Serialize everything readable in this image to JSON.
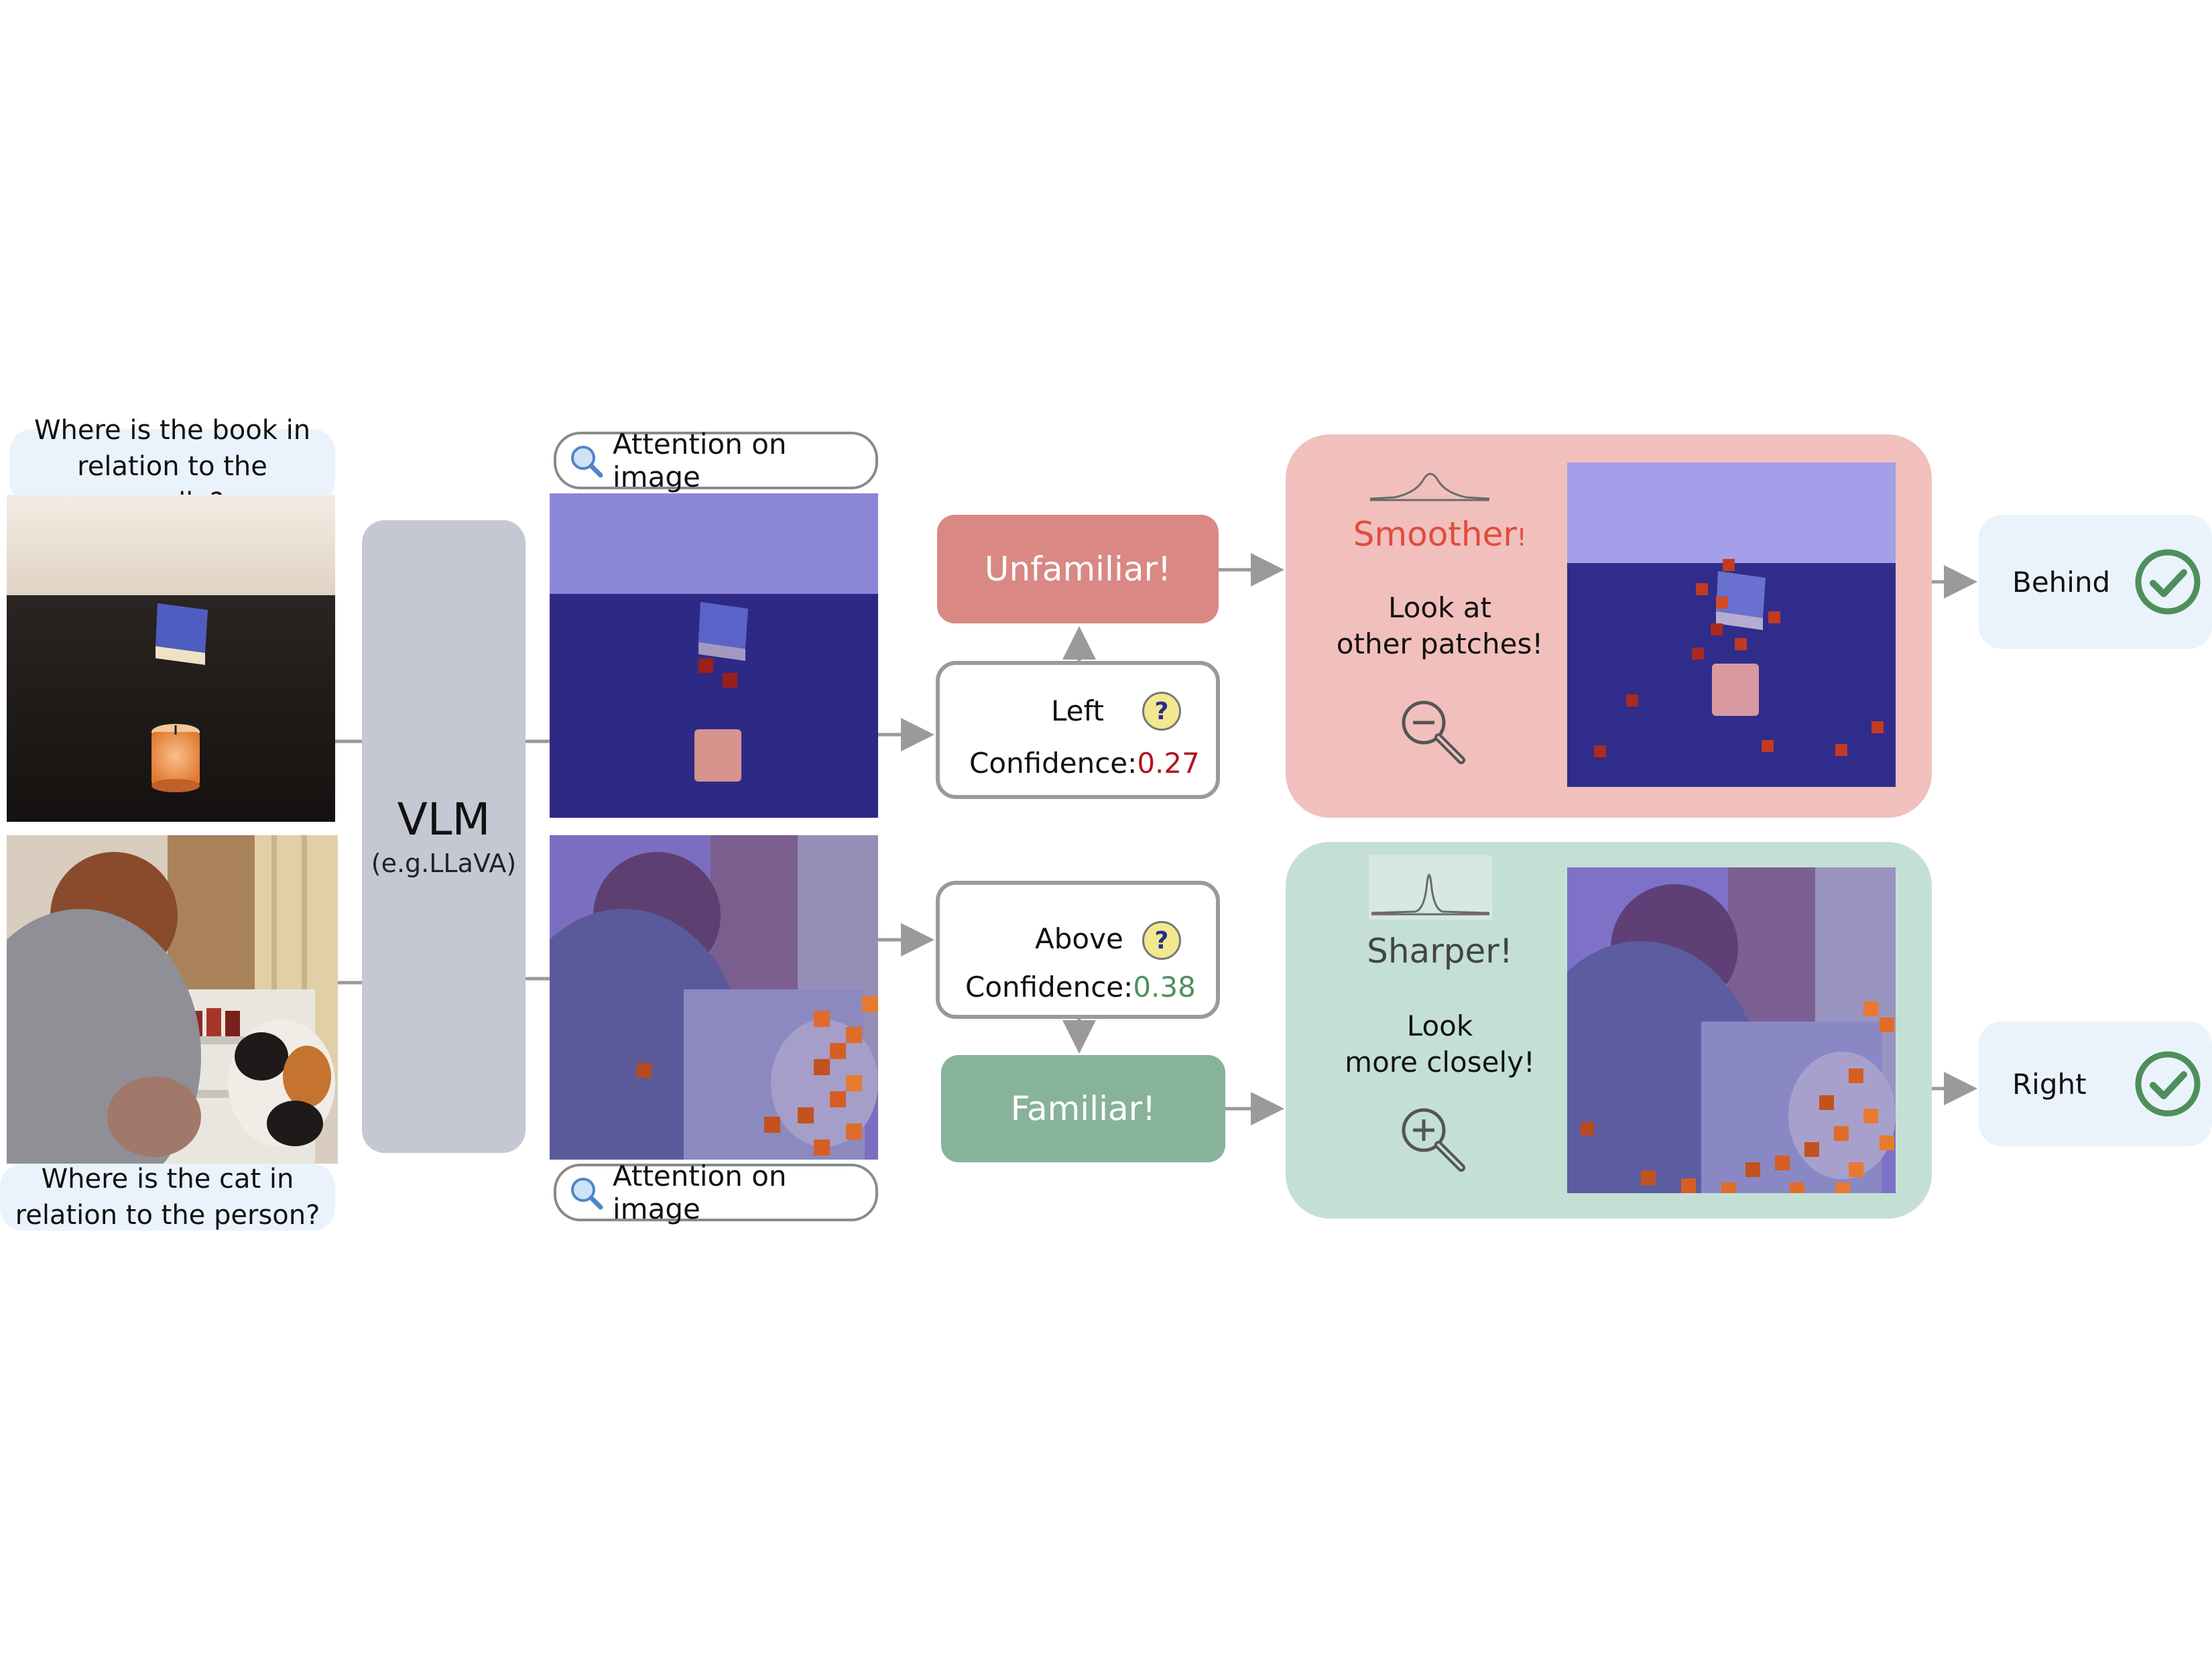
{
  "questions": {
    "top": "Where is the book in relation to the candle?",
    "bottom": "Where is the cat in relation to the person?"
  },
  "model": {
    "title": "VLM",
    "subtitle": "(e.g.LLaVA)"
  },
  "attention_tag": {
    "top": "Attention on image",
    "bottom": "Attention on image",
    "icon": "magnifier-icon"
  },
  "top_path": {
    "prediction": "Left",
    "confidence_label": "Confidence:",
    "confidence_value": "0.27",
    "status": "Unfamiliar!",
    "panel_title": "Smoother",
    "panel_title_bang": "!",
    "panel_text_1": "Look at",
    "panel_text_2": "other patches!",
    "answer": "Behind"
  },
  "bottom_path": {
    "prediction": "Above",
    "confidence_label": "Confidence:",
    "confidence_value": "0.38",
    "status": "Familiar!",
    "panel_title": "Sharper!",
    "panel_text_1": "Look",
    "panel_text_2": "more closely!",
    "answer": "Right"
  },
  "colors": {
    "unfamiliar": "#d98884",
    "unfamiliar_panel": "#f1c0bc",
    "familiar": "#87b39b",
    "familiar_panel": "#c4e0d5",
    "low_conf": "#b3141e",
    "mid_conf": "#4f8f5e",
    "check": "#4e8f5b",
    "attention_overlay": "#3a3aa8"
  }
}
